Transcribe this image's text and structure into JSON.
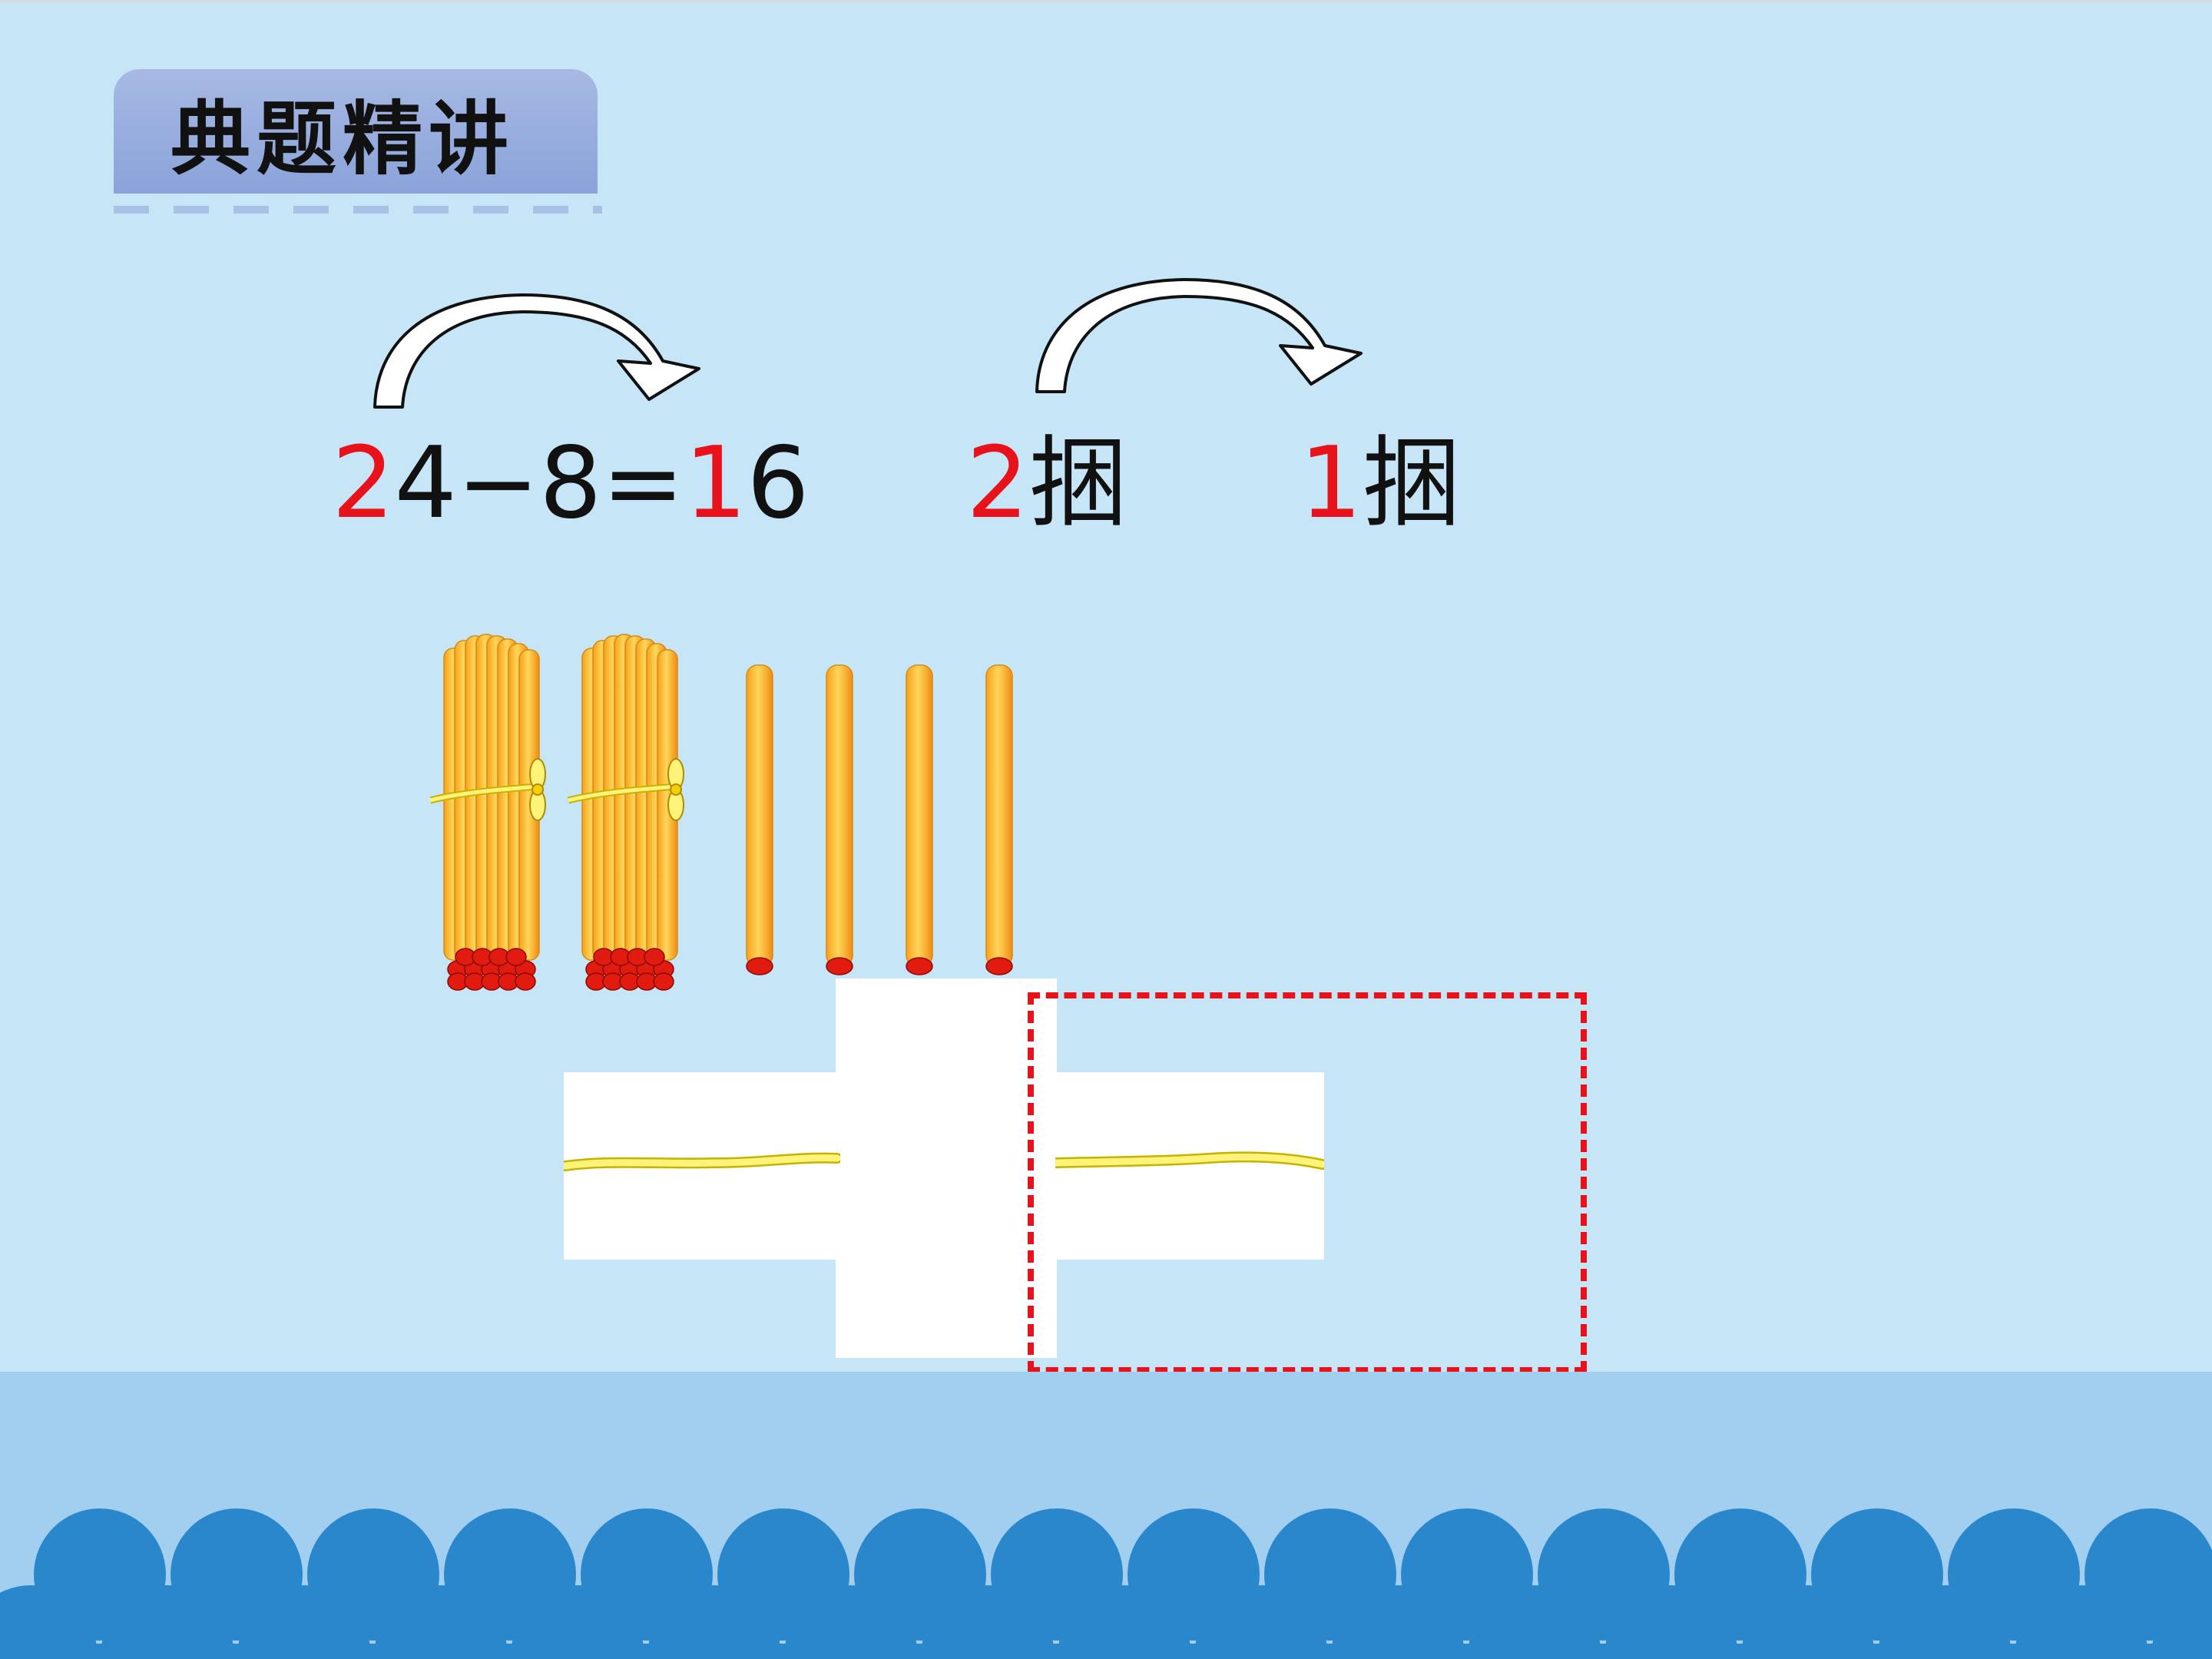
{
  "slide": {
    "section_title": "典题精讲",
    "equation": {
      "tens_digit": "2",
      "rest_before": "4−8=",
      "result_tens": "1",
      "result_ones": "6"
    },
    "bundles": {
      "before": {
        "count": "2",
        "unit": "捆"
      },
      "after": {
        "count": "1",
        "unit": "捆"
      }
    }
  },
  "colors": {
    "background": "#c6e6f8",
    "highlight": "#e8121a",
    "wave": "#2b87cc",
    "stick": "#f7a21c"
  },
  "icons": [
    "curved-arrow-icon",
    "stick-bundle-icon",
    "single-stick-icon",
    "loose-string-icon",
    "wave-decoration"
  ]
}
